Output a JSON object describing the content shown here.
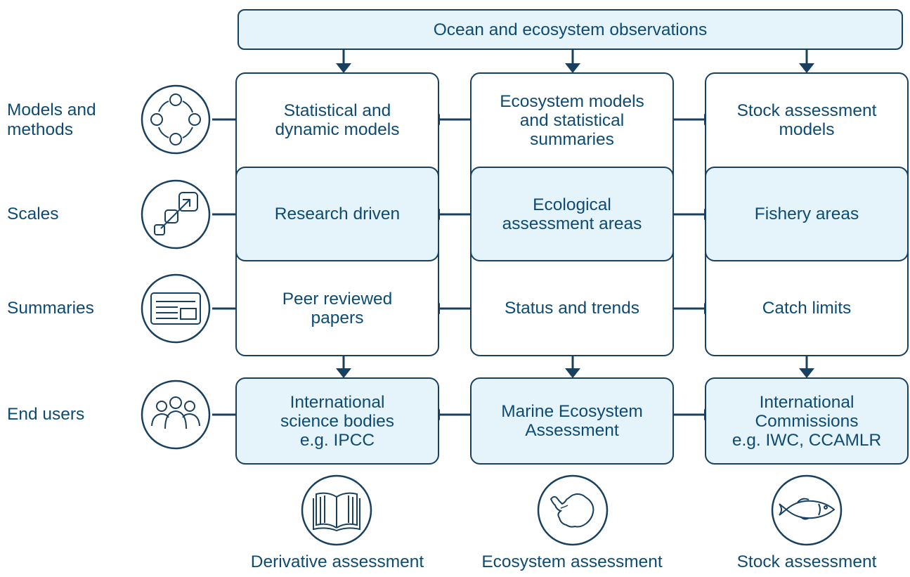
{
  "top": {
    "label": "Ocean and ecosystem observations"
  },
  "rows": [
    {
      "label_line1": "Models and",
      "label_line2": "methods",
      "icon": "cycle-icon"
    },
    {
      "label": "Scales",
      "icon": "scale-expand-icon"
    },
    {
      "label": "Summaries",
      "icon": "document-card-icon"
    },
    {
      "label": "End users",
      "icon": "people-group-icon"
    }
  ],
  "columns": [
    {
      "models": [
        "Statistical and",
        "dynamic models"
      ],
      "scales": [
        "Research driven"
      ],
      "summaries": [
        "Peer reviewed",
        "papers"
      ],
      "users": [
        "International",
        "science bodies",
        "e.g. IPCC"
      ],
      "footer": "Derivative assessment",
      "footer_icon": "open-book-icon"
    },
    {
      "models": [
        "Ecosystem models",
        "and statistical",
        "summaries"
      ],
      "scales": [
        "Ecological",
        "assessment areas"
      ],
      "summaries": [
        "Status and trends"
      ],
      "users": [
        "Marine Ecosystem",
        "Assessment"
      ],
      "footer": "Ecosystem assessment",
      "footer_icon": "antarctica-icon"
    },
    {
      "models": [
        "Stock assessment",
        "models"
      ],
      "scales": [
        "Fishery areas"
      ],
      "summaries": [
        "Catch limits"
      ],
      "users": [
        "International",
        "Commissions",
        "e.g. IWC, CCAMLR"
      ],
      "footer": "Stock assessment",
      "footer_icon": "fish-icon"
    }
  ],
  "colors": {
    "stroke": "#19405e",
    "text": "#0e4b73",
    "shade": "#e5f3fa"
  }
}
